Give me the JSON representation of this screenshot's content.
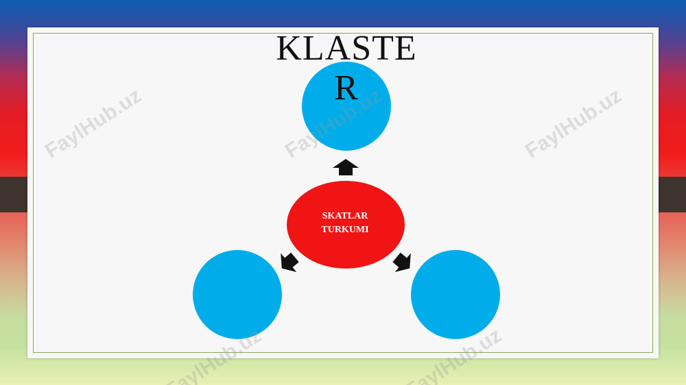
{
  "title": "KLASTER",
  "center_node": {
    "label_line1": "SKATLAR",
    "label_line2": "TURKUMI",
    "color": "#f01414"
  },
  "outer_nodes": {
    "color": "#00adea",
    "count": 3
  },
  "arrow_color": "#111111",
  "watermark": "FaylHub.uz",
  "colors": {
    "slide_background": "#f7f7f7",
    "frame_border": "#8da55a",
    "side_tab": "#3e342d"
  }
}
